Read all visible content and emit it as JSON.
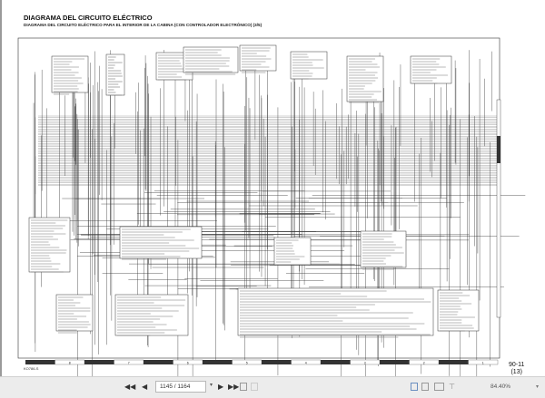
{
  "document": {
    "title": "DIAGRAMA DEL CIRCUITO ELÉCTRICO",
    "subtitle": "DIAGRAMA DEL CIRCUITO ELÉCTRICO PARA EL INTERIOR DE LA CABINA (CON CONTROLADOR ELECTRÓNICO) (3/5)",
    "doc_number": "KO786-S",
    "page_code": "90-11",
    "page_sub": "(13)",
    "ruler_labels": [
      "8",
      "7",
      "6",
      "5",
      "4",
      "3",
      "2",
      "1"
    ]
  },
  "toolbar": {
    "first_icon": "first-page-icon",
    "prev_icon": "previous-page-icon",
    "page_value": "1145 / 1164",
    "next_icon": "next-page-icon",
    "last_icon": "last-page-icon",
    "zoom_value": "84.40%"
  },
  "colors": {
    "wire": "#333333",
    "viewer_bg": "#ececec",
    "accent": "#6a8fc0"
  }
}
